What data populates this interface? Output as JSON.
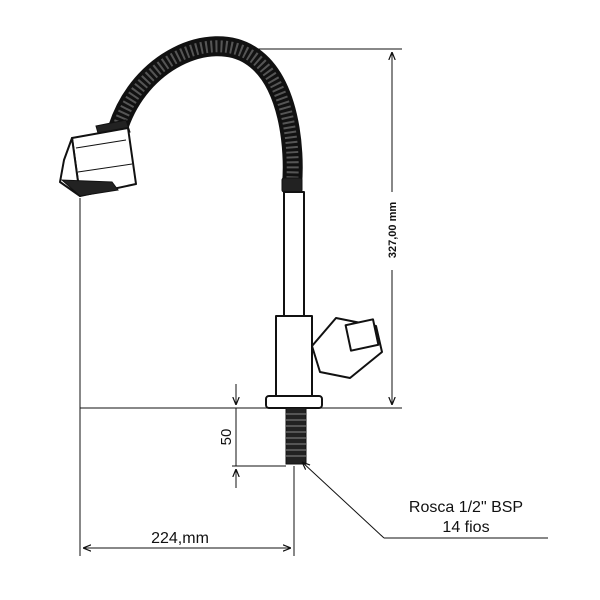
{
  "dimensions": {
    "height": "327,00 mm",
    "width": "224,mm",
    "thread_length": "50"
  },
  "callout": {
    "line1": "Rosca 1/2\" BSP",
    "line2": "14 fios"
  },
  "colors": {
    "line": "#111111",
    "hose": "#222222",
    "background": "#ffffff"
  }
}
